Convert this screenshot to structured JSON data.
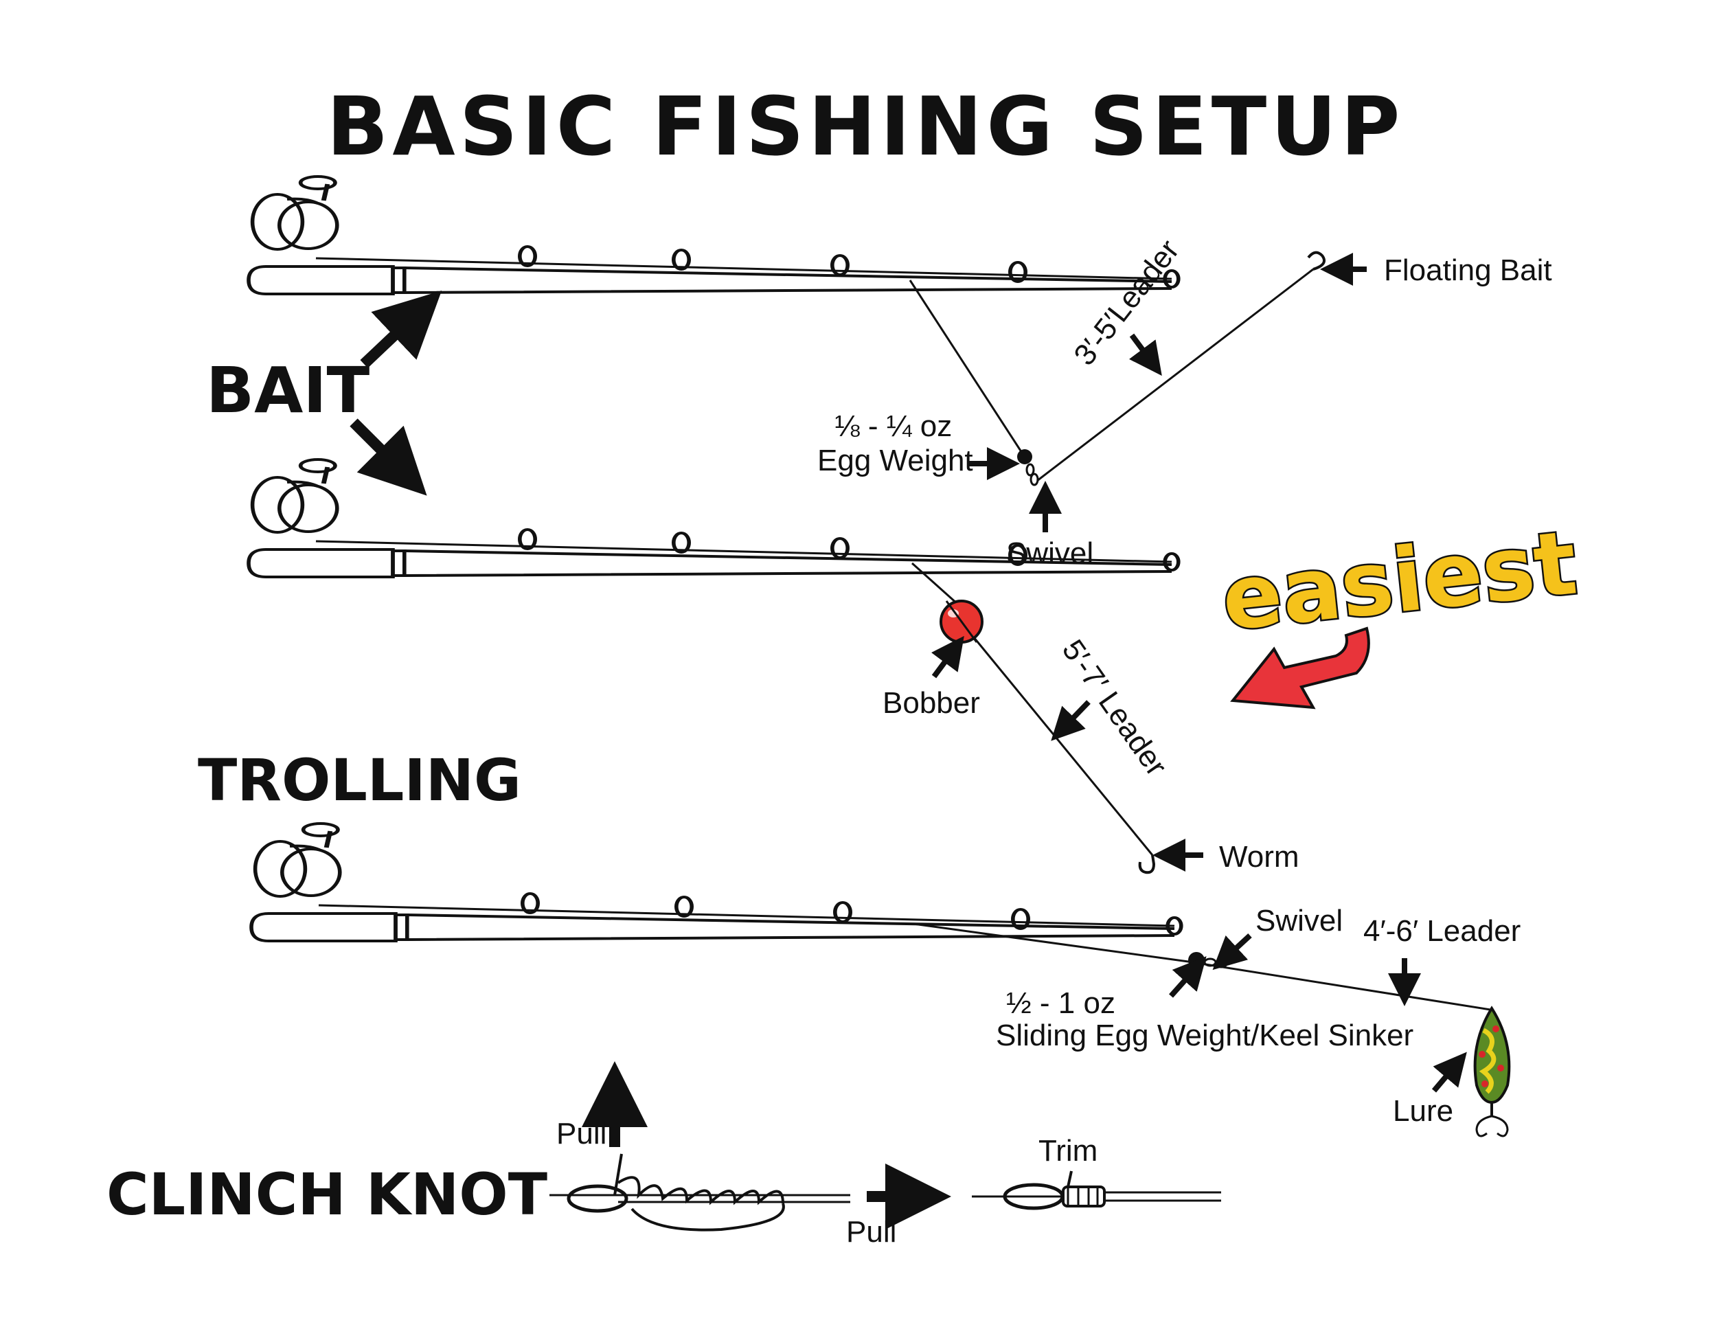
{
  "title": "BASIC FISHING SETUP",
  "sections": {
    "bait": "BAIT",
    "trolling": "TROLLING",
    "clinch_knot": "CLINCH KNOT"
  },
  "callout": "easiest",
  "labels": {
    "floating_bait": "Floating Bait",
    "leader_3_5": "3′-5′Leader",
    "egg_weight_size": "⅛ - ¼ oz",
    "egg_weight": "Egg Weight",
    "swivel_top": "Swivel",
    "bobber": "Bobber",
    "leader_5_7": "5′-7′ Leader",
    "worm": "Worm",
    "swivel_trolling": "Swivel",
    "leader_4_6": "4′-6′ Leader",
    "sliding_weight_size": "½ - 1 oz",
    "sliding_weight": "Sliding Egg Weight/Keel Sinker",
    "lure": "Lure"
  },
  "knot": {
    "pull_up": "Pull",
    "pull_right": "Pull",
    "trim": "Trim"
  },
  "colors": {
    "ink": "#111111",
    "bobber_top": "#e8342f",
    "callout_fill": "#f5c21b",
    "callout_arrow": "#e8343a",
    "lure_green": "#5a8a24",
    "lure_yellow": "#e8d21c",
    "lure_red": "#d8262a"
  }
}
